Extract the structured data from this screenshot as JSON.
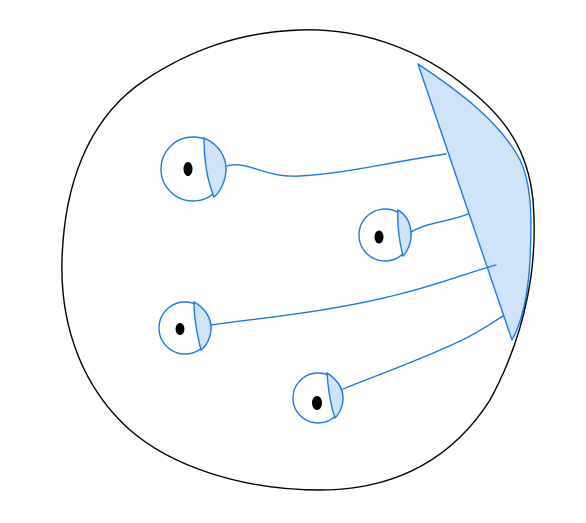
{
  "diagram": {
    "outline_color": "#000000",
    "stroke_color": "#1f7ae0",
    "fill_color": "#cfe3fb",
    "nucleus_color": "#000000",
    "cells": [
      {
        "name": "cell-top-left"
      },
      {
        "name": "cell-middle-right"
      },
      {
        "name": "cell-bottom-left"
      },
      {
        "name": "cell-bottom-middle"
      }
    ]
  }
}
